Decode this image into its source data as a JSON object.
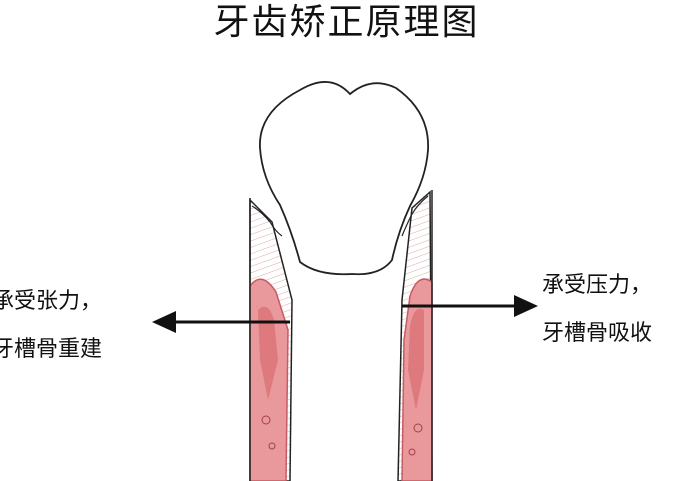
{
  "title": "牙齿矫正原理图",
  "left_label": {
    "line1": "承受张力，",
    "line2": "牙槽骨重建"
  },
  "right_label": {
    "line1": "承受压力，",
    "line2": "牙槽骨吸收"
  },
  "colors": {
    "bone_fill": "#e9999c",
    "bone_dark": "#d96b72",
    "ligament": "#f4c9c8",
    "outline": "#222222"
  }
}
